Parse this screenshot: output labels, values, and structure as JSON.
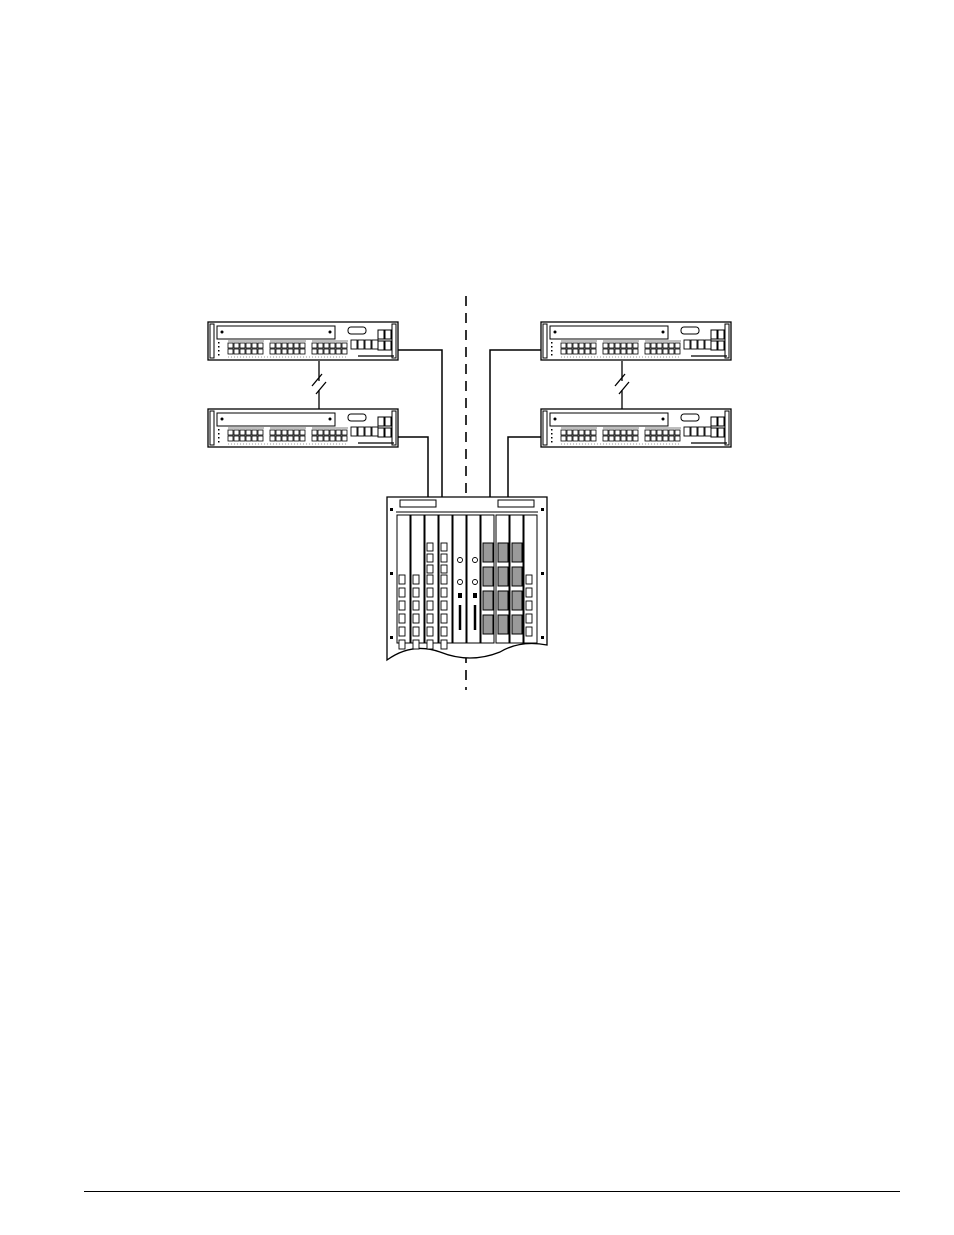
{
  "diagram": {
    "type": "network-topology",
    "colors": {
      "line": "#000000",
      "background": "#ffffff",
      "module_fill": "#9a9a9a"
    },
    "switches": [
      {
        "id": "switch-left-top"
      },
      {
        "id": "switch-left-bottom"
      },
      {
        "id": "switch-right-top"
      },
      {
        "id": "switch-right-bottom"
      }
    ],
    "chassis": {
      "id": "modular-chassis",
      "slots": 11
    },
    "links": [
      {
        "from": "switch-left-top",
        "to": "switch-left-bottom",
        "style": "broken"
      },
      {
        "from": "switch-right-top",
        "to": "switch-right-bottom",
        "style": "broken"
      },
      {
        "from": "switch-left-top",
        "to": "modular-chassis"
      },
      {
        "from": "switch-left-bottom",
        "to": "modular-chassis"
      },
      {
        "from": "switch-right-top",
        "to": "modular-chassis"
      },
      {
        "from": "switch-right-bottom",
        "to": "modular-chassis"
      }
    ],
    "divider": "dashed-vertical"
  }
}
